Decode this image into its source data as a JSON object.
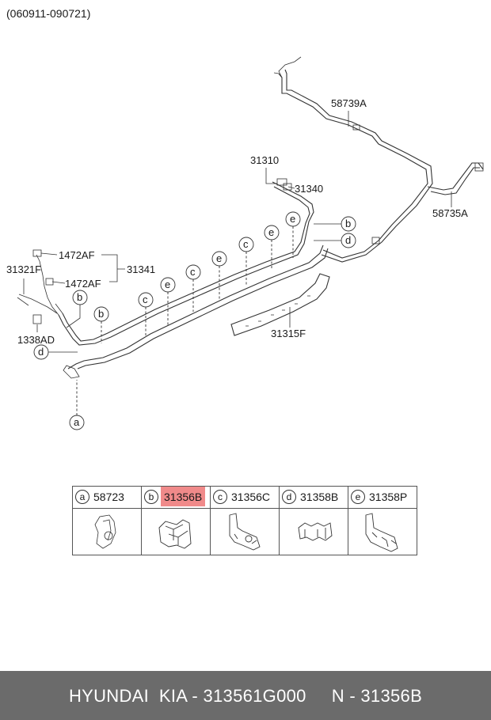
{
  "header": {
    "date_range": "(060911-090721)"
  },
  "callouts": {
    "p58739A": "58739A",
    "p58735A": "58735A",
    "p31310": "31310",
    "p31340": "31340",
    "p1472AF_top": "1472AF",
    "p1472AF_bottom": "1472AF",
    "p31341": "31341",
    "p31321F": "31321F",
    "p1338AD": "1338AD",
    "p31315F": "31315F"
  },
  "clip_letters": {
    "a": "a",
    "b": "b",
    "c": "c",
    "d": "d",
    "e": "e"
  },
  "parts_table": [
    {
      "letter": "a",
      "part": "58723",
      "highlighted": false
    },
    {
      "letter": "b",
      "part": "31356B",
      "highlighted": true
    },
    {
      "letter": "c",
      "part": "31356C",
      "highlighted": false
    },
    {
      "letter": "d",
      "part": "31358B",
      "highlighted": false
    },
    {
      "letter": "e",
      "part": "31358P",
      "highlighted": false
    }
  ],
  "colors": {
    "highlight": "#f08a8a",
    "footer_bg": "#6b6b6b",
    "footer_text": "#ffffff"
  },
  "footer": {
    "text": "HYUNDAI  KIA - 313561G000     N - 31356B"
  }
}
